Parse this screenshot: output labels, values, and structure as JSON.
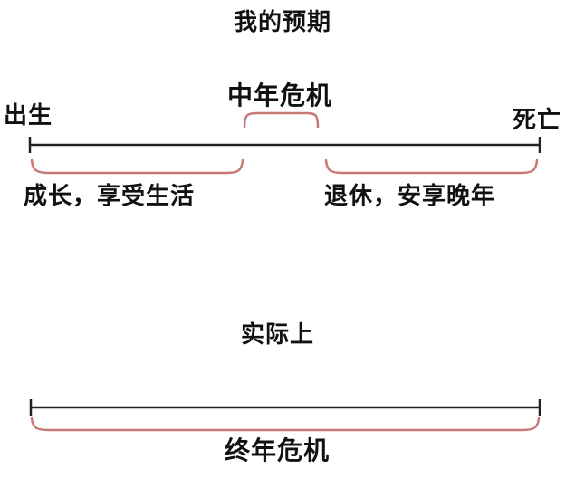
{
  "expectation": {
    "title": "我的预期",
    "birth": "出生",
    "midlife_crisis": "中年危机",
    "death": "死亡",
    "growth": "成长，享受生活",
    "retirement": "退休，安享晚年"
  },
  "reality": {
    "title": "实际上",
    "lifelong_crisis": "终年危机"
  },
  "colors": {
    "line": "#222222",
    "brace": "#c97878",
    "text": "#111111"
  }
}
